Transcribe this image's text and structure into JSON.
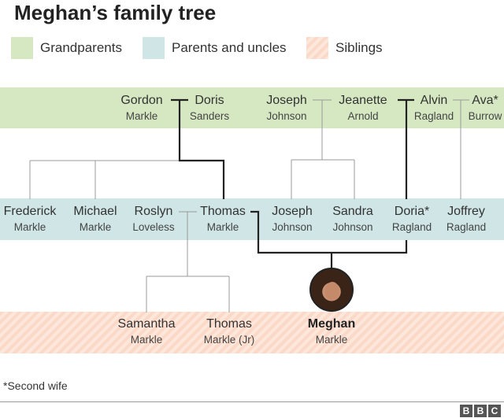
{
  "title": "Meghan’s family tree",
  "legend": [
    {
      "label": "Grandparents",
      "color": "#d6e8c2"
    },
    {
      "label": "Parents and uncles",
      "color": "#cfe5e6"
    },
    {
      "label": "Siblings",
      "color": "#fbd9c8"
    }
  ],
  "grandparents": {
    "gordon": {
      "first": "Gordon",
      "last": "Markle"
    },
    "doris": {
      "first": "Doris",
      "last": "Sanders"
    },
    "joseph": {
      "first": "Joseph",
      "last": "Johnson"
    },
    "jeanette": {
      "first": "Jeanette",
      "last": "Arnold"
    },
    "alvin": {
      "first": "Alvin",
      "last": "Ragland"
    },
    "ava": {
      "first": "Ava*",
      "last": "Burrow"
    }
  },
  "parents": {
    "frederick": {
      "first": "Frederick",
      "last": "Markle"
    },
    "michael": {
      "first": "Michael",
      "last": "Markle"
    },
    "roslyn": {
      "first": "Roslyn",
      "last": "Loveless"
    },
    "thomas": {
      "first": "Thomas",
      "last": "Markle"
    },
    "joseph": {
      "first": "Joseph",
      "last": "Johnson"
    },
    "sandra": {
      "first": "Sandra",
      "last": "Johnson"
    },
    "doria": {
      "first": "Doria*",
      "last": "Ragland"
    },
    "joffrey": {
      "first": "Joffrey",
      "last": "Ragland"
    }
  },
  "siblings": {
    "samantha": {
      "first": "Samantha",
      "last": "Markle"
    },
    "thomas_jr": {
      "first": "Thomas",
      "last": "Markle (Jr)"
    },
    "meghan": {
      "first": "Meghan",
      "last": "Markle"
    }
  },
  "footnote": "*Second wife",
  "logo": [
    "B",
    "B",
    "C"
  ]
}
